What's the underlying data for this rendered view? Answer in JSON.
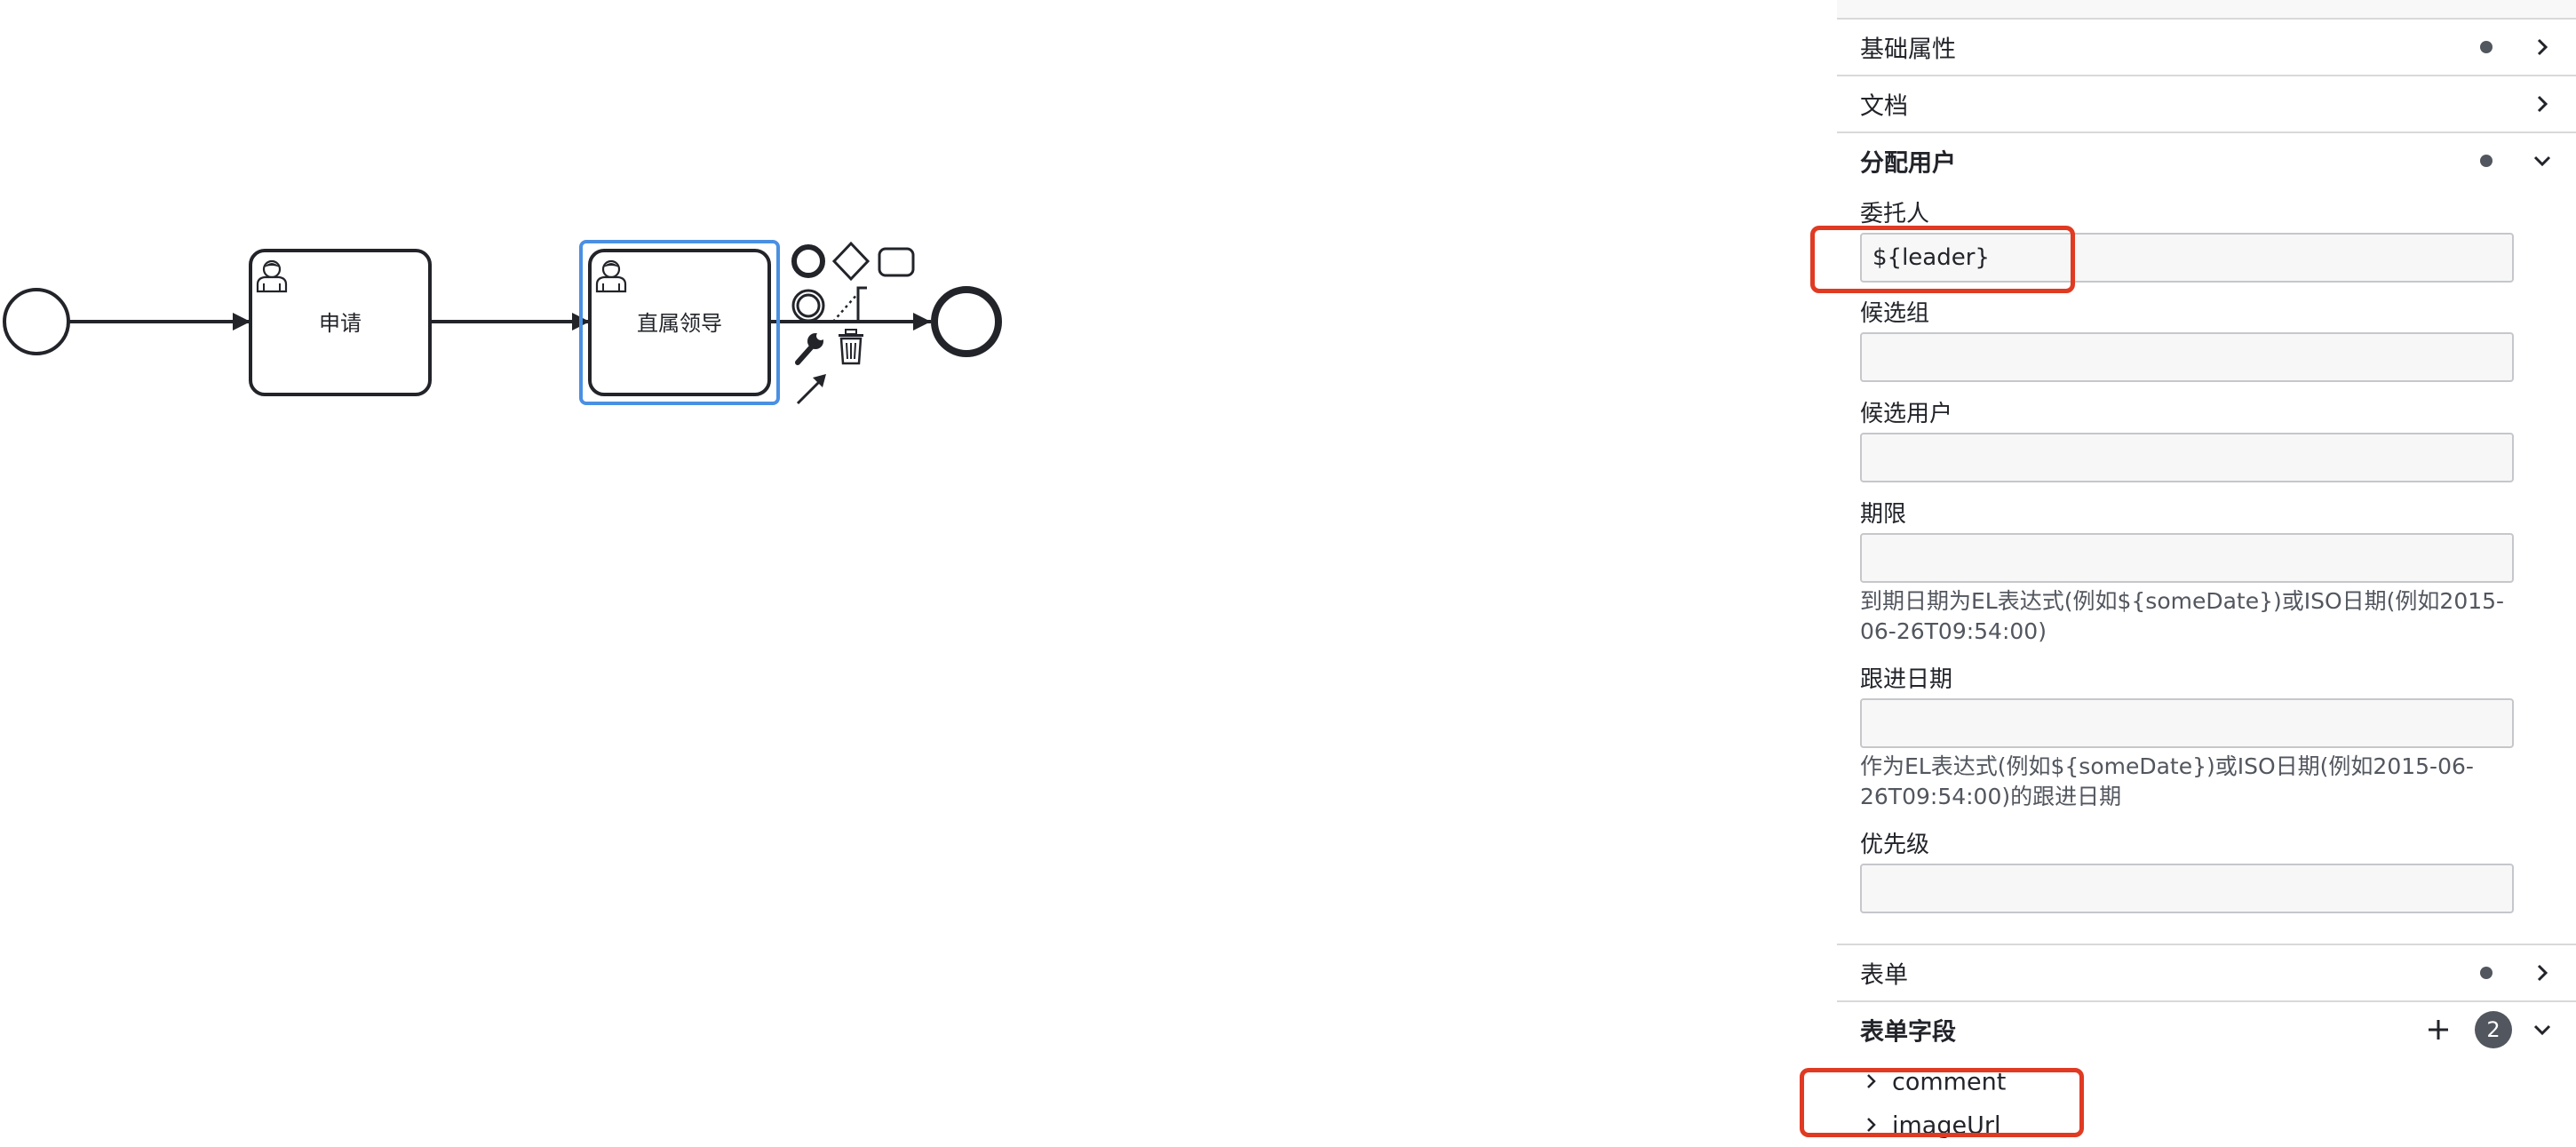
{
  "diagram": {
    "tasks": [
      {
        "name": "申请"
      },
      {
        "name": "直属领导"
      }
    ]
  },
  "panel": {
    "groups": {
      "basic": {
        "title": "基础属性"
      },
      "documentation": {
        "title": "文档"
      },
      "assignment": {
        "title": "分配用户"
      },
      "form": {
        "title": "表单"
      },
      "form_fields": {
        "title": "表单字段",
        "count": "2"
      }
    },
    "assignment_fields": {
      "assignee": {
        "label": "委托人",
        "value": "${leader}"
      },
      "candidate_groups": {
        "label": "候选组",
        "value": ""
      },
      "candidate_users": {
        "label": "候选用户",
        "value": ""
      },
      "due_date": {
        "label": "期限",
        "value": "",
        "description": "到期日期为EL表达式(例如${someDate})或ISO日期(例如2015-06-26T09:54:00)"
      },
      "follow_up_date": {
        "label": "跟进日期",
        "value": "",
        "description": "作为EL表达式(例如${someDate})或ISO日期(例如2015-06-26T09:54:00)的跟进日期"
      },
      "priority": {
        "label": "优先级",
        "value": ""
      }
    },
    "form_field_items": [
      {
        "label": "comment"
      },
      {
        "label": "imageUrl"
      }
    ]
  },
  "colors": {
    "selection": "#4a90e2",
    "annotation": "#e03a22",
    "stroke": "#22242a",
    "badge": "#52565e"
  }
}
